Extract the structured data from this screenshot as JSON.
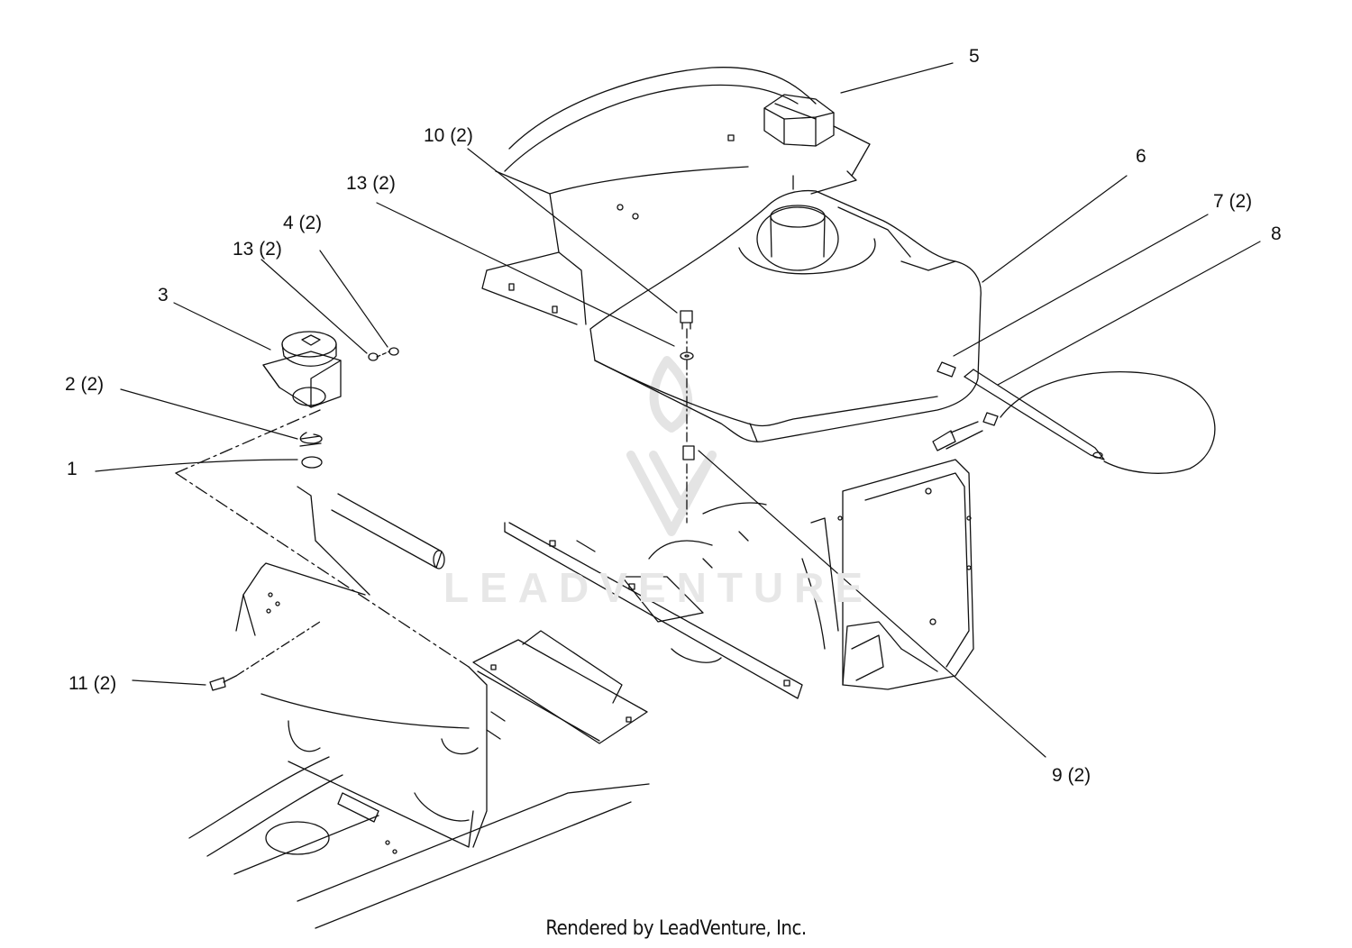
{
  "diagram": {
    "callouts": [
      {
        "id": "c1",
        "label": "1"
      },
      {
        "id": "c2",
        "label": "2 (2)"
      },
      {
        "id": "c3",
        "label": "3"
      },
      {
        "id": "c4",
        "label": "4 (2)"
      },
      {
        "id": "c5",
        "label": "5"
      },
      {
        "id": "c6",
        "label": "6"
      },
      {
        "id": "c7",
        "label": "7 (2)"
      },
      {
        "id": "c8",
        "label": "8"
      },
      {
        "id": "c9",
        "label": "9 (2)"
      },
      {
        "id": "c10",
        "label": "10 (2)"
      },
      {
        "id": "c11",
        "label": "11 (2)"
      },
      {
        "id": "c13a",
        "label": "13 (2)"
      },
      {
        "id": "c13b",
        "label": "13 (2)"
      }
    ],
    "watermark": "LEADVENTURE",
    "footer": "Rendered by LeadVenture, Inc.",
    "line_color": "#111111"
  }
}
